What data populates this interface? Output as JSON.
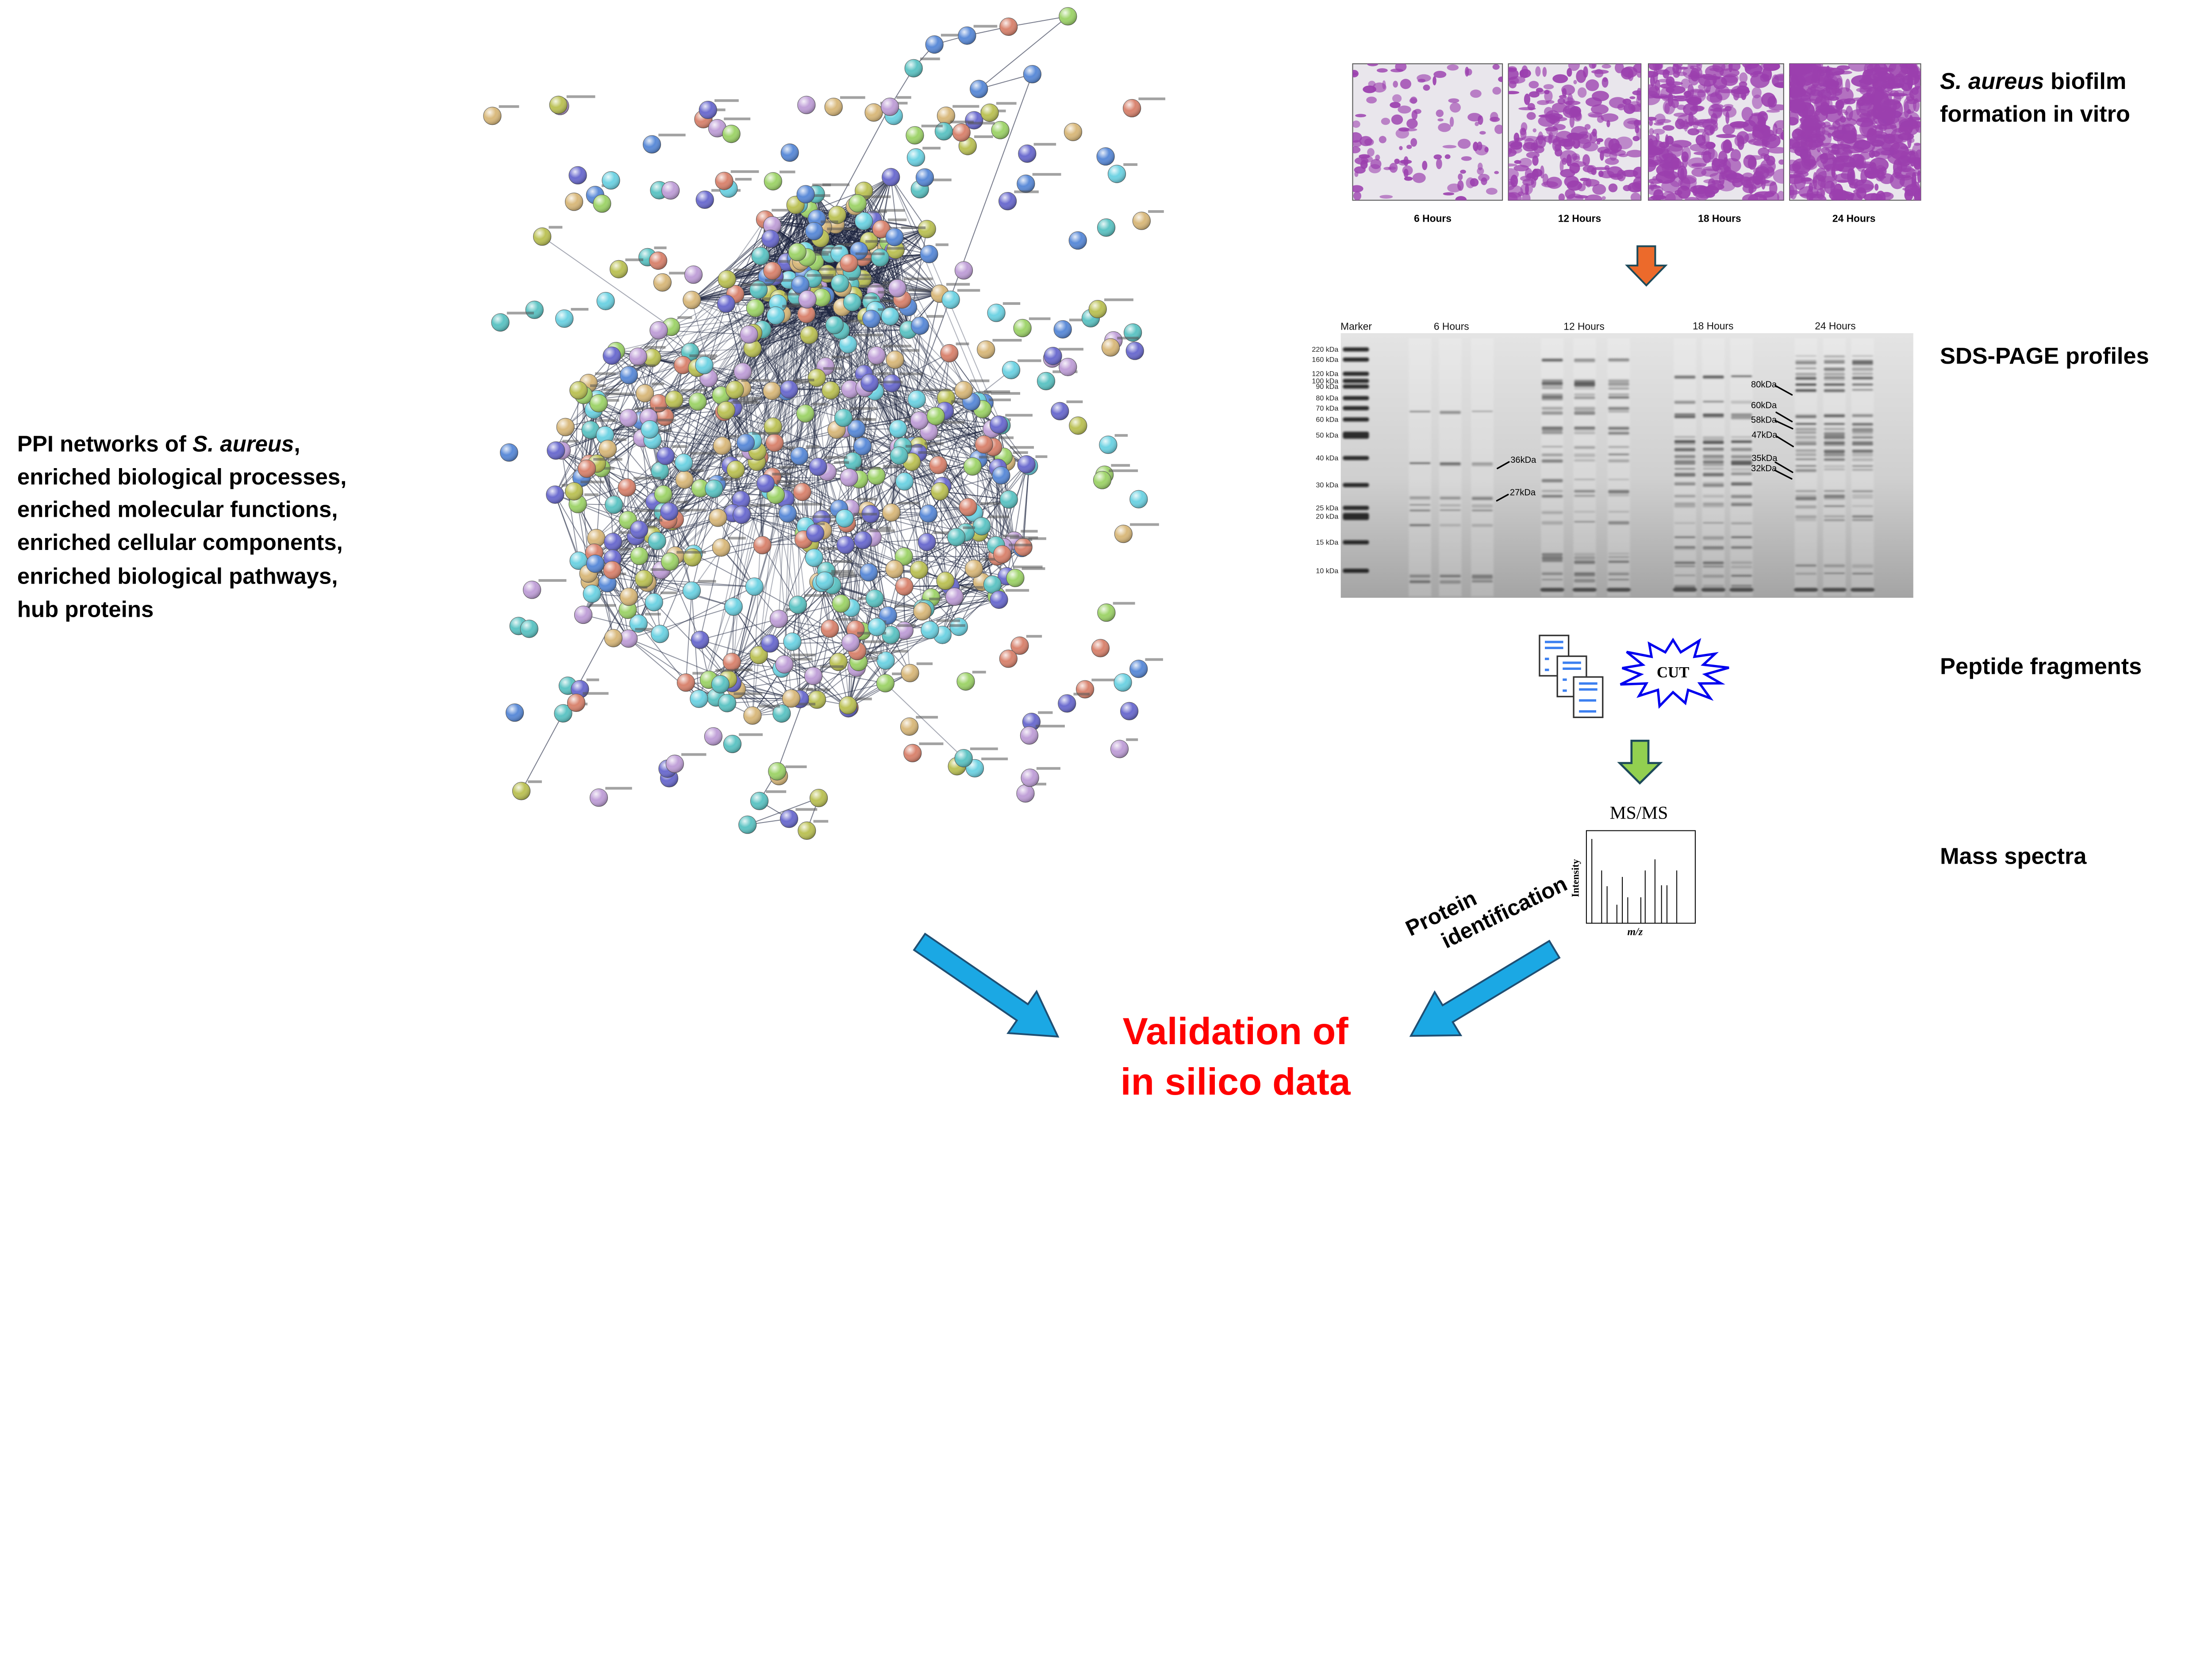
{
  "left_panel": {
    "lines": [
      {
        "pre": "PPI networks of ",
        "italic": "S. aureus",
        "post": ","
      },
      {
        "text": "enriched biological processes,"
      },
      {
        "text": "enriched molecular functions,"
      },
      {
        "text": "enriched cellular components,"
      },
      {
        "text": "enriched biological pathways,"
      },
      {
        "text": "hub proteins"
      }
    ]
  },
  "biofilm": {
    "title_italic": "S. aureus",
    "title_rest": " biofilm",
    "title_line2": "formation in vitro",
    "panels": [
      {
        "label": "6 Hours",
        "density": 0.25
      },
      {
        "label": "12 Hours",
        "density": 0.5
      },
      {
        "label": "18 Hours",
        "density": 0.7
      },
      {
        "label": "24 Hours",
        "density": 0.95
      }
    ],
    "stain_color": "#9b3fae",
    "bg_color": "#e9e6ec"
  },
  "sds_page": {
    "title": "SDS-PAGE profiles",
    "lane_headers": [
      "Marker",
      "6 Hours",
      "12 Hours",
      "18 Hours",
      "24 Hours"
    ],
    "marker_labels": [
      "220 kDa",
      "160 kDa",
      "120 kDa",
      "100 kDa",
      "90 kDa",
      "80 kDa",
      "70 kDa",
      "60 kDa",
      "50 kDa",
      "40 kDa",
      "30 kDa",
      "25 kDa",
      "20 kDa",
      "15 kDa",
      "10 kDa"
    ],
    "annotations_6h": [
      "36kDa",
      "27kDa"
    ],
    "annotations_24h": [
      "80kDa",
      "60kDa",
      "58kDa",
      "47kDa",
      "35kDa",
      "32kDa"
    ]
  },
  "peptide": {
    "title": "Peptide fragments",
    "cut_label": "CUT",
    "star_color": "#0000ee",
    "doc_line_color": "#3b7ff0"
  },
  "mass_spec": {
    "title": "Mass spectra",
    "plot_title": "MS/MS",
    "ylabel": "Intensity",
    "xlabel": "m/z",
    "peaks": [
      {
        "mz": 0.05,
        "intensity": 0.91
      },
      {
        "mz": 0.14,
        "intensity": 0.57
      },
      {
        "mz": 0.19,
        "intensity": 0.4
      },
      {
        "mz": 0.28,
        "intensity": 0.2
      },
      {
        "mz": 0.33,
        "intensity": 0.5
      },
      {
        "mz": 0.38,
        "intensity": 0.28
      },
      {
        "mz": 0.5,
        "intensity": 0.28
      },
      {
        "mz": 0.54,
        "intensity": 0.57
      },
      {
        "mz": 0.63,
        "intensity": 0.69
      },
      {
        "mz": 0.69,
        "intensity": 0.41
      },
      {
        "mz": 0.74,
        "intensity": 0.41
      },
      {
        "mz": 0.83,
        "intensity": 0.57
      }
    ]
  },
  "protein_id": {
    "line1": "Protein",
    "line2": "identification"
  },
  "validation": {
    "line1": "Validation of",
    "line2": "in silico data",
    "color": "#ff0000"
  },
  "colors": {
    "arrow_orange": "#ec6a2b",
    "arrow_green": "#92d050",
    "arrow_blue": "#1ba8e4",
    "network_edge": "#1e2540",
    "network_nodes": [
      "#6c6ccf",
      "#9fd46b",
      "#5ec4c4",
      "#5b8bd8",
      "#d9b97c",
      "#d9846f",
      "#bcc257",
      "#6fd3e3",
      "#c0a0d8"
    ]
  }
}
